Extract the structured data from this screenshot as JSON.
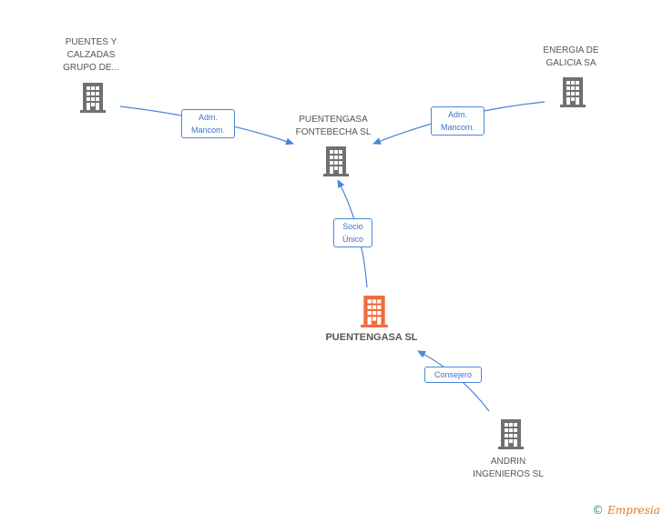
{
  "nodes": {
    "puentes_calzadas": {
      "label": "PUENTES Y\nCALZADAS\nGRUPO DE...",
      "color": "#707070"
    },
    "energia_galicia": {
      "label": "ENERGIA DE\nGALICIA SA",
      "color": "#707070"
    },
    "fontebecha": {
      "label": "PUENTENGASA\nFONTEBECHA SL",
      "color": "#707070"
    },
    "puentengasa": {
      "label": "PUENTENGASA SL",
      "color": "#f26a3d"
    },
    "andrin": {
      "label": "ANDRIN\nINGENIEROS  SL",
      "color": "#707070"
    }
  },
  "edges": {
    "puentes_to_fontebecha": {
      "label": "Adm.\nMancom."
    },
    "energia_to_fontebecha": {
      "label": "Adm.\nMancom."
    },
    "puentengasa_to_fontebecha": {
      "label": "Socio\nÚnico"
    },
    "andrin_to_puentengasa": {
      "label": "Consejero"
    }
  },
  "colors": {
    "edge": "#4a86d8"
  },
  "brand": {
    "copyright": "©",
    "name": "Empresia"
  }
}
